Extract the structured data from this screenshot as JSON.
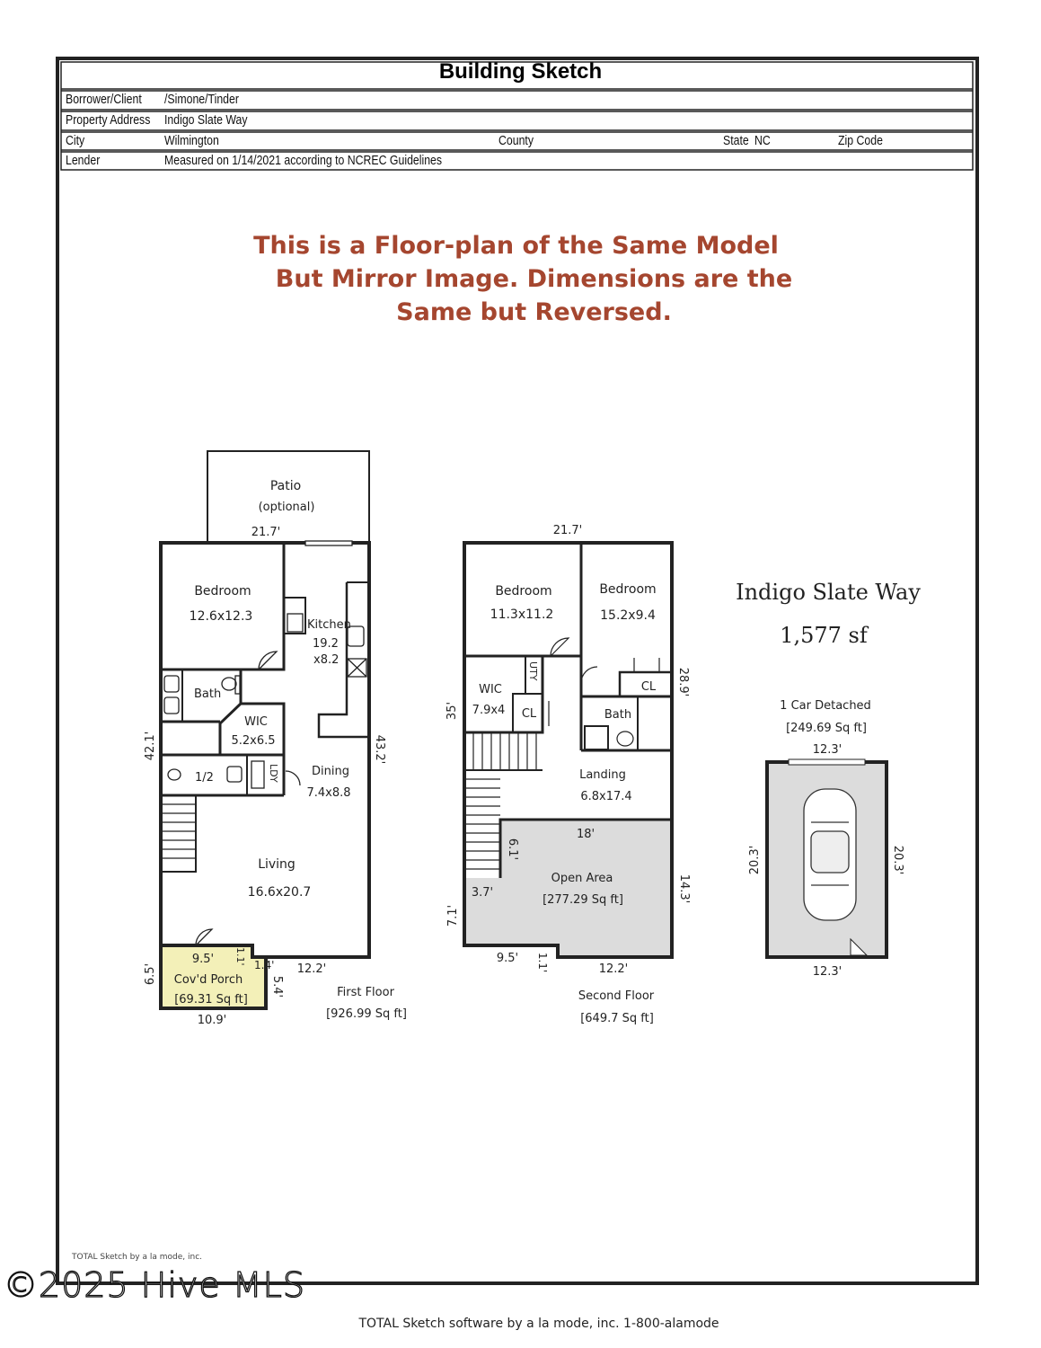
{
  "header": {
    "title": "Building Sketch",
    "rows": {
      "borrower_label": "Borrower/Client",
      "borrower_value": "/Simone/Tinder",
      "address_label": "Property Address",
      "address_value": "Indigo Slate Way",
      "city_label": "City",
      "city_value": "Wilmington",
      "county_label": "County",
      "state_label": "State",
      "state_value": "NC",
      "zip_label": "Zip Code",
      "lender_label": "Lender",
      "lender_value": "Measured on 1/14/2021 according to NCREC Guidelines"
    }
  },
  "note": {
    "line1": "This is a Floor-plan of the Same Model",
    "line2": "But Mirror Image. Dimensions are the",
    "line3": "Same but Reversed.",
    "color": "#a5462f"
  },
  "first_floor": {
    "patio": "Patio",
    "patio_sub": "(optional)",
    "patio_width": "21.7'",
    "bedroom": "Bedroom",
    "bedroom_size": "12.6x12.3",
    "kitchen": "Kitchen",
    "kitchen_size1": "19.2",
    "kitchen_size2": "x8.2",
    "bath": "Bath",
    "wic": "WIC",
    "wic_size": "5.2x6.5",
    "half_bath": "1/2",
    "ldy": "LDY",
    "dining": "Dining",
    "dining_size": "7.4x8.8",
    "living": "Living",
    "living_size": "16.6x20.7",
    "left_dim": "42.1'",
    "right_dim": "43.2'",
    "bottom_dim": "12.2'",
    "porch_label": "Cov'd Porch",
    "porch_area": "[69.31 Sq ft]",
    "porch_color": "#f3f0b8",
    "porch_top": "9.5'",
    "porch_notch_v": "1.1'",
    "porch_notch_h": "1.4'",
    "porch_right": "5.4'",
    "porch_left": "6.5'",
    "porch_bottom": "10.9'",
    "name": "First Floor",
    "area": "[926.99 Sq ft]"
  },
  "second_floor": {
    "top_dim": "21.7'",
    "bedroom1": "Bedroom",
    "bedroom1_size": "11.3x11.2",
    "bedroom2": "Bedroom",
    "bedroom2_size": "15.2x9.4",
    "wic": "WIC",
    "wic_size": "7.9x4",
    "uty": "UTY",
    "cl1": "CL",
    "cl2": "CL",
    "bath": "Bath",
    "landing": "Landing",
    "landing_size": "6.8x17.4",
    "open_area": "Open Area",
    "open_area_size": "[277.29 Sq ft]",
    "open_area_color": "#dcdcdc",
    "dim_18": "18'",
    "dim_6_1": "6.1'",
    "dim_3_7": "3.7'",
    "dim_35": "35'",
    "dim_7_1": "7.1'",
    "dim_28_9": "28.9'",
    "dim_14_3": "14.3'",
    "dim_9_5": "9.5'",
    "dim_1_1": "1.1'",
    "dim_12_2": "12.2'",
    "name": "Second Floor",
    "area": "[649.7 Sq ft]"
  },
  "summary": {
    "address": "Indigo Slate Way",
    "total": "1,577 sf"
  },
  "garage": {
    "label": "1 Car Detached",
    "area": "[249.69 Sq ft]",
    "top": "12.3'",
    "bottom": "12.3'",
    "left": "20.3'",
    "right": "20.3'",
    "color": "#dcdcdc"
  },
  "footer": "TOTAL Sketch software by a la mode, inc. 1-800-alamode",
  "watermark": {
    "small": "TOTAL Sketch by a la mode, inc.",
    "big": "©2025 Hive MLS"
  }
}
